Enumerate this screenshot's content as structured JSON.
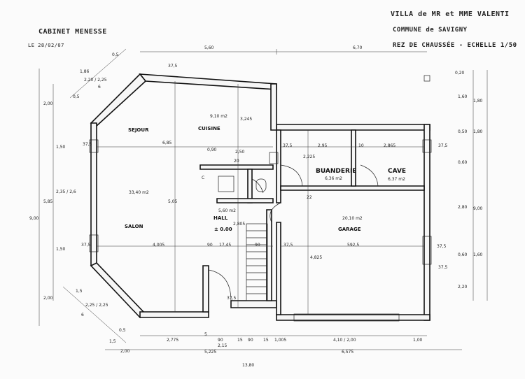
{
  "header": {
    "office": "CABINET MENESSE",
    "date": "LE 28/02/07",
    "villa": "VILLA de MR et MME VALENTI",
    "commune": "COMMUNE de SAVIGNY",
    "level_scale": "REZ DE CHAUSSÉE - ECHELLE 1/50"
  },
  "rooms": {
    "sejour": "SEJOUR",
    "cuisine": "CUISINE",
    "cuisine_area": "9,10 m2",
    "salon": "SALON",
    "salon_area": "33,40 m2",
    "buanderie": "BUANDERIE",
    "buanderie_area": "6,36 m2",
    "cave": "CAVE",
    "cave_area": "6,37 m2",
    "hall": "HALL",
    "hall_area": "5,60 m2",
    "hall_level": "± 0.00",
    "garage": "GARAGE",
    "garage_area": "20,10 m2",
    "wc": "C"
  },
  "dimensions": {
    "top_5_60": "5,60",
    "top_6_70": "6,70",
    "top_37_5_a": "37,5",
    "diag_1_86": "1,86",
    "diag_2_20": "2,20 / 2,25",
    "diag_0_5": "0,5",
    "diag_6": "6",
    "diag_0_5b": "0,5",
    "left_2_00": "2,00",
    "left_1_50": "1,50",
    "left_5_85": "5,85",
    "left_2_35": "2,35 / 2,6",
    "left_1_50b": "1,50",
    "left_9_00": "9,00",
    "left_2_00b": "2,00",
    "sejour_6_85": "6,85",
    "sejour_37_5": "37,5",
    "cuisine_3_245": "3,245",
    "cuisine_0_90": "0,90",
    "cuisine_2_50": "2,50",
    "cuisine_20": "20",
    "mid_5_05": "5,05",
    "buand_37_5": "37,5",
    "buand_2_225": "2,225",
    "buand_2_95": "2,95",
    "buand_10": "10",
    "cave_2_865": "2,865",
    "cave_37_5": "37,5",
    "salon_37_5": "37,5",
    "salon_4_005": "4,005",
    "hall_90": "90",
    "hall_17_45": "17,45",
    "hall_2_805": "2,805",
    "garage_37_5": "37,5",
    "garage_592_5": "592,5",
    "garage_4_825": "4,825",
    "garage_37_5b": "37,5",
    "garage_22": "22",
    "stairs_90": "90",
    "bot_37_5": "37,5",
    "bot_2_775": "2,775",
    "bot_5": "5",
    "bot_90": "90",
    "bot_2_15": "2,15",
    "bot_15a": "15",
    "bot_90b": "90",
    "bot_15b": "15",
    "bot_1_005": "1,005",
    "bot_4_10": "4,10 / 2,00",
    "bot_1_00": "1,00",
    "bot_2_00": "2,00",
    "bot_5_225": "5,225",
    "bot_6_575": "6,575",
    "bot_13_80": "13,80",
    "diagb_1_5": "1,5",
    "diagb_2_25": "2,25 / 2,25",
    "diagb_6": "6",
    "diagb_0_5": "0,5",
    "diagb_1_5b": "1,5",
    "right_0_20": "0,20",
    "right_1_60": "1,60",
    "right_1_80": "1,80",
    "right_0_50": "0,50",
    "right_1_80b": "1,80",
    "right_0_60": "0,60",
    "right_2_80": "2,80",
    "right_9_00": "9,00",
    "right_0_60b": "0,60",
    "right_2_20": "2,20",
    "right_37_5": "37,5"
  }
}
